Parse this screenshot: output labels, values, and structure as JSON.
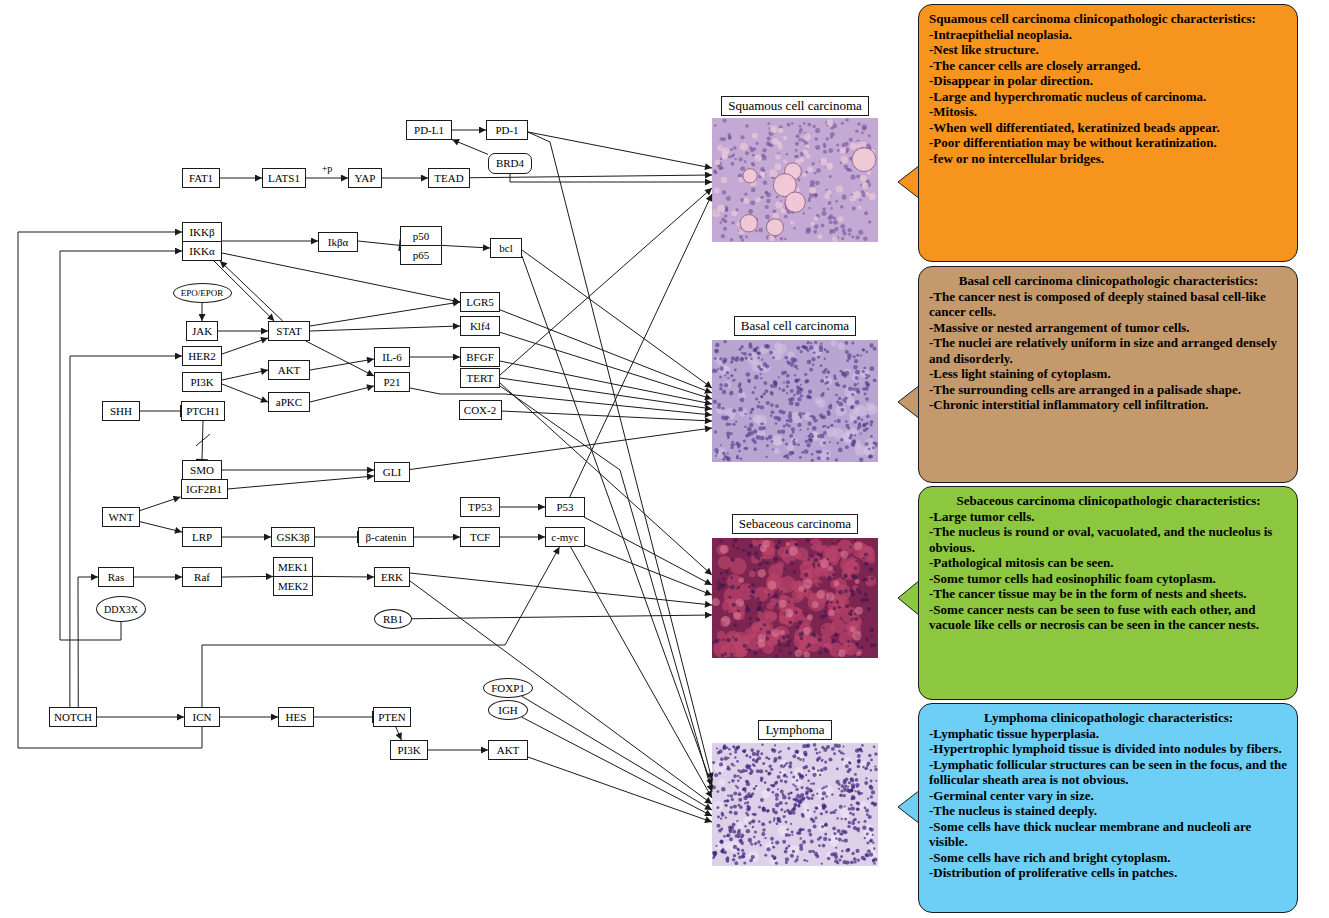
{
  "diagram": {
    "nodes": [
      {
        "text": [
          "PD-L1"
        ]
      },
      {
        "text": [
          "PD-1"
        ]
      },
      {
        "text": [
          "BRD4"
        ]
      },
      {
        "text": [
          "FAT1"
        ]
      },
      {
        "text": [
          "LATS1"
        ]
      },
      {
        "text": [
          "YAP"
        ]
      },
      {
        "text": [
          "TEAD"
        ]
      },
      {
        "text": [
          "IKKβ"
        ]
      },
      {
        "text": [
          "IKKα"
        ]
      },
      {
        "text": [
          "Ikβα"
        ]
      },
      {
        "text": [
          "p50"
        ]
      },
      {
        "text": [
          "p65"
        ]
      },
      {
        "text": [
          "bcl"
        ]
      },
      {
        "text": [
          "EPO/EPOR"
        ]
      },
      {
        "text": [
          "LGR5"
        ]
      },
      {
        "text": [
          "JAK"
        ]
      },
      {
        "text": [
          "STAT"
        ]
      },
      {
        "text": [
          "Klf4"
        ]
      },
      {
        "text": [
          "HER2"
        ]
      },
      {
        "text": [
          "IL-6"
        ]
      },
      {
        "text": [
          "BFGF"
        ]
      },
      {
        "text": [
          "PI3K"
        ]
      },
      {
        "text": [
          "AKT"
        ]
      },
      {
        "text": [
          "P21"
        ]
      },
      {
        "text": [
          "TERT"
        ]
      },
      {
        "text": [
          "aPKC"
        ]
      },
      {
        "text": [
          "COX-2"
        ]
      },
      {
        "text": [
          "SHH"
        ]
      },
      {
        "text": [
          "PTCH1"
        ]
      },
      {
        "text": [
          "SMO"
        ]
      },
      {
        "text": [
          "GLI"
        ]
      },
      {
        "text": [
          "IGF2B1"
        ]
      },
      {
        "text": [
          "TP53"
        ]
      },
      {
        "text": [
          "P53"
        ]
      },
      {
        "text": [
          "WNT"
        ]
      },
      {
        "text": [
          "LRP"
        ]
      },
      {
        "text": [
          "GSK3β"
        ]
      },
      {
        "text": [
          "β-catenin"
        ]
      },
      {
        "text": [
          "TCF"
        ]
      },
      {
        "text": [
          "c-myc"
        ]
      },
      {
        "text": [
          "Ras"
        ]
      },
      {
        "text": [
          "Raf"
        ]
      },
      {
        "text": [
          "MEK1"
        ]
      },
      {
        "text": [
          "MEK2"
        ]
      },
      {
        "text": [
          "ERK"
        ]
      },
      {
        "text": [
          "DDX3X"
        ]
      },
      {
        "text": [
          "RB1"
        ]
      },
      {
        "text": [
          "FOXP1"
        ]
      },
      {
        "text": [
          "IGH"
        ]
      },
      {
        "text": [
          "NOTCH"
        ]
      },
      {
        "text": [
          "ICN"
        ]
      },
      {
        "text": [
          "HES"
        ]
      },
      {
        "text": [
          "PTEN"
        ]
      },
      {
        "text": [
          "PI3K"
        ]
      },
      {
        "text": [
          "AKT"
        ]
      },
      {
        "text": [
          "Squamous cell carcinoma"
        ]
      },
      {
        "text": [
          "Squamous cell carcinoma clinicopathologic characteristics:",
          "-Intraepithelial neoplasia.",
          "-Nest like structure.",
          "-The cancer cells are closely arranged.",
          "-Disappear in polar direction.",
          "-Large and hyperchromatic nucleus of carcinoma.",
          "-Mitosis.",
          "-When well differentiated, keratinized beads appear.",
          "-Poor differentiation may be without keratinization.",
          "-few or no intercellular bridges."
        ]
      },
      {
        "text": [
          "Basal cell carcinoma"
        ]
      },
      {
        "text": [
          "Basal cell carcinoma clinicopathologic characteristics:",
          "-The cancer nest is composed of deeply stained basal cell-like cancer cells.",
          "-Massive or nested arrangement of tumor cells.",
          "-The nuclei are relatively uniform in size and arranged densely and disorderly.",
          "-Less light staining of cytoplasm.",
          "-The surrounding cells are arranged in a palisade shape.",
          "-Chronic interstitial inflammatory cell infiltration."
        ]
      },
      {
        "text": [
          "Sebaceous carcinoma"
        ]
      },
      {
        "text": [
          "Sebaceous carcinoma clinicopathologic characteristics:",
          "-Large tumor cells.",
          "-The nucleus is round or oval, vacuolated, and the nucleolus is obvious.",
          "-Pathological mitosis can be seen.",
          "-Some tumor cells had eosinophilic foam cytoplasm.",
          "-The cancer tissue may be in the form of nests and sheets.",
          "-Some cancer nests can be seen to fuse with each other, and vacuole like cells or necrosis can be seen in the cancer nests."
        ]
      },
      {
        "text": [
          "Lymphoma"
        ]
      },
      {
        "text": [
          "Lymphoma clinicopathologic characteristics:",
          "-Lymphatic tissue hyperplasia.",
          "-Hypertrophic lymphoid tissue is divided into nodules by fibers.",
          "-Lymphatic follicular structures can be seen in the focus, and the follicular sheath area is not obvious.",
          "-Germinal center vary in size.",
          "-The nucleus is stained deeply.",
          "-Some cells have thick nuclear membrane and nucleoli are visible.",
          "-Some cells have rich and bright cytoplasm.",
          "-Distribution of proliferative cells in patches."
        ]
      }
    ],
    "edges": [
      {
        "from": 0,
        "to": 1,
        "arrow": "to"
      },
      {
        "from": 2,
        "to": 0,
        "arrow": "to"
      },
      {
        "from": 3,
        "to": 4,
        "arrow": "to"
      },
      {
        "from": 4,
        "to": 5,
        "label": "+p",
        "arrow": "to"
      },
      {
        "from": 5,
        "to": 6,
        "arrow": "to"
      },
      {
        "from": 7,
        "to": 9,
        "arrow": "to"
      },
      {
        "from": 9,
        "to": 10,
        "arrow": "none"
      },
      {
        "from": 10,
        "to": 12,
        "arrow": "to"
      },
      {
        "from": 8,
        "to": 16,
        "arrow": "to"
      },
      {
        "from": 16,
        "to": 8,
        "arrow": "to"
      },
      {
        "from": 8,
        "to": 14,
        "arrow": "to"
      },
      {
        "from": 13,
        "to": 15,
        "arrow": "to"
      },
      {
        "from": 15,
        "to": 16,
        "arrow": "to"
      },
      {
        "from": 16,
        "to": 14,
        "arrow": "to"
      },
      {
        "from": 16,
        "to": 17,
        "arrow": "to"
      },
      {
        "from": 16,
        "to": 23,
        "arrow": "to"
      },
      {
        "from": 18,
        "to": 16,
        "arrow": "to"
      },
      {
        "from": 19,
        "to": 20,
        "arrow": "to"
      },
      {
        "from": 21,
        "to": 22,
        "arrow": "to"
      },
      {
        "from": 21,
        "to": 25,
        "arrow": "to"
      },
      {
        "from": 22,
        "to": 19,
        "arrow": "to"
      },
      {
        "from": 25,
        "to": 23,
        "arrow": "to"
      },
      {
        "from": 27,
        "to": 28,
        "arrow": "none"
      },
      {
        "from": 28,
        "to": 29,
        "arrow": "none"
      },
      {
        "from": 29,
        "to": 30,
        "arrow": "to"
      },
      {
        "from": 34,
        "to": 31,
        "arrow": "to"
      },
      {
        "from": 34,
        "to": 35,
        "arrow": "to"
      },
      {
        "from": 31,
        "to": 30,
        "arrow": "to"
      },
      {
        "from": 35,
        "to": 36,
        "arrow": "to"
      },
      {
        "from": 36,
        "to": 37,
        "arrow": "none"
      },
      {
        "from": 37,
        "to": 38,
        "arrow": "to"
      },
      {
        "from": 38,
        "to": 39,
        "arrow": "to"
      },
      {
        "from": 32,
        "to": 33,
        "arrow": "to"
      },
      {
        "from": 40,
        "to": 41,
        "arrow": "to"
      },
      {
        "from": 41,
        "to": 42,
        "arrow": "to"
      },
      {
        "from": 42,
        "to": 44,
        "arrow": "to"
      },
      {
        "from": 49,
        "to": 50,
        "arrow": "to"
      },
      {
        "from": 50,
        "to": 51,
        "arrow": "to"
      },
      {
        "from": 51,
        "to": 52,
        "arrow": "none"
      },
      {
        "from": 52,
        "to": 53,
        "arrow": "to"
      },
      {
        "from": 53,
        "to": 54,
        "arrow": "to"
      },
      {
        "from": 50,
        "to": 39,
        "arrow": "to"
      },
      {
        "from": 50,
        "to": 7,
        "arrow": "to"
      },
      {
        "from": 45,
        "to": 8,
        "arrow": "to"
      },
      {
        "from": 49,
        "to": 18,
        "arrow": "to"
      },
      {
        "from": 49,
        "to": 40,
        "arrow": "to"
      },
      {
        "from": 1,
        "to": 55,
        "arrow": "to"
      },
      {
        "from": 6,
        "to": 55,
        "arrow": "to"
      },
      {
        "from": 2,
        "to": 55,
        "arrow": "to"
      },
      {
        "from": 24,
        "to": 55,
        "arrow": "to"
      },
      {
        "from": 33,
        "to": 55,
        "arrow": "to"
      },
      {
        "from": 14,
        "to": 57,
        "arrow": "to"
      },
      {
        "from": 17,
        "to": 57,
        "arrow": "to"
      },
      {
        "from": 20,
        "to": 57,
        "arrow": "to"
      },
      {
        "from": 23,
        "to": 57,
        "arrow": "to"
      },
      {
        "from": 24,
        "to": 57,
        "arrow": "to"
      },
      {
        "from": 26,
        "to": 57,
        "arrow": "to"
      },
      {
        "from": 30,
        "to": 57,
        "arrow": "to"
      },
      {
        "from": 12,
        "to": 57,
        "arrow": "to"
      },
      {
        "from": 24,
        "to": 59,
        "arrow": "to"
      },
      {
        "from": 33,
        "to": 59,
        "arrow": "to"
      },
      {
        "from": 39,
        "to": 59,
        "arrow": "to"
      },
      {
        "from": 44,
        "to": 59,
        "arrow": "to"
      },
      {
        "from": 46,
        "to": 59,
        "arrow": "to"
      },
      {
        "from": 1,
        "to": 61,
        "arrow": "to"
      },
      {
        "from": 12,
        "to": 61,
        "arrow": "to"
      },
      {
        "from": 24,
        "to": 61,
        "arrow": "to"
      },
      {
        "from": 39,
        "to": 61,
        "arrow": "to"
      },
      {
        "from": 44,
        "to": 61,
        "arrow": "to"
      },
      {
        "from": 47,
        "to": 61,
        "arrow": "to"
      },
      {
        "from": 48,
        "to": 61,
        "arrow": "to"
      },
      {
        "from": 54,
        "to": 61,
        "arrow": "to"
      }
    ]
  }
}
